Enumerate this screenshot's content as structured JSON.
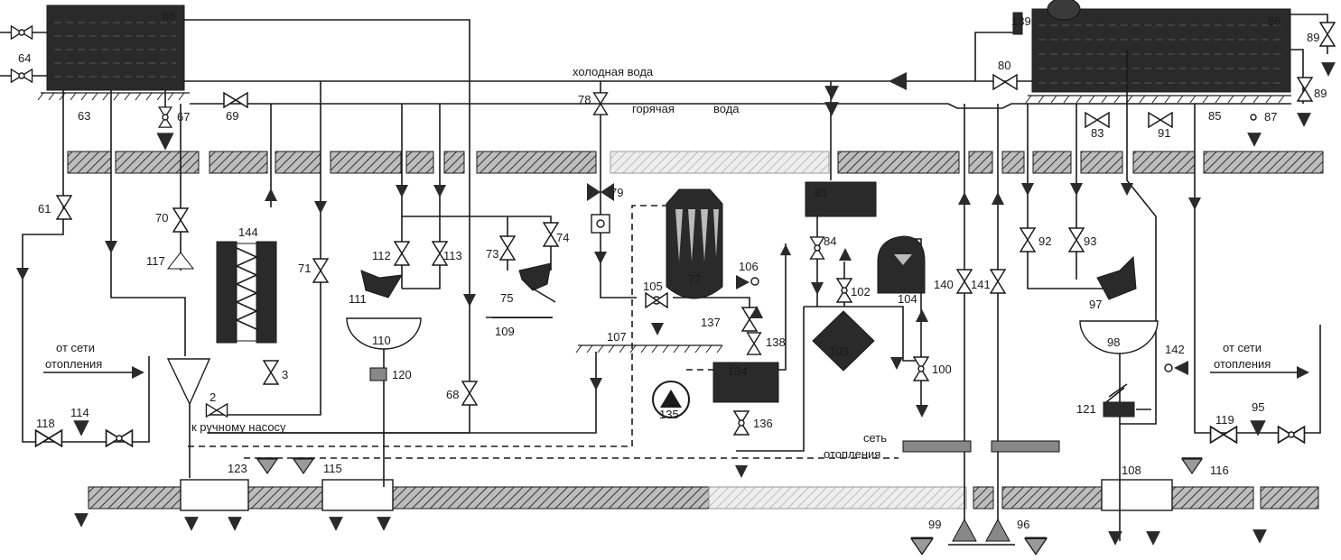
{
  "texts": {
    "cold_water": "холодная вода",
    "hot_water_1": "горячая",
    "hot_water_2": "вода",
    "from_net_left_1": "от сети",
    "from_net_left_2": "отопления",
    "from_net_right_1": "от сети",
    "from_net_right_2": "отопления",
    "to_pump": "к ручному насосу",
    "heat_net_1": "сеть",
    "heat_net_2": "отопления"
  },
  "labels": {
    "l2": "2",
    "l3": "3",
    "l61": "61",
    "l63": "63",
    "l64": "64",
    "l66": "66",
    "l67": "67",
    "l68": "68",
    "l69": "69",
    "l70": "70",
    "l71": "71",
    "l73": "73",
    "l74": "74",
    "l75": "75",
    "l77": "77",
    "l78": "78",
    "l79": "79",
    "l80": "80",
    "l81": "81",
    "l83": "83",
    "l84": "84",
    "l85": "85",
    "l86": "86",
    "l87": "87",
    "l89a": "89",
    "l89b": "89",
    "l91": "91",
    "l92": "92",
    "l93": "93",
    "l95": "95",
    "l96": "96",
    "l97": "97",
    "l98": "98",
    "l99": "99",
    "l100": "100",
    "l102": "102",
    "l103": "103",
    "l104": "104",
    "l105": "105",
    "l106": "106",
    "l107": "107",
    "l108": "108",
    "l109": "109",
    "l110": "110",
    "l111": "111",
    "l112": "112",
    "l113": "113",
    "l114": "114",
    "l115": "115",
    "l116": "116",
    "l117": "117",
    "l118": "118",
    "l119": "119",
    "l120": "120",
    "l121": "121",
    "l123": "123",
    "l134": "134",
    "l135": "135",
    "l136": "136",
    "l137": "137",
    "l138": "138",
    "l139": "139",
    "l140": "140",
    "l141": "141",
    "l142": "142",
    "l144": "144"
  }
}
